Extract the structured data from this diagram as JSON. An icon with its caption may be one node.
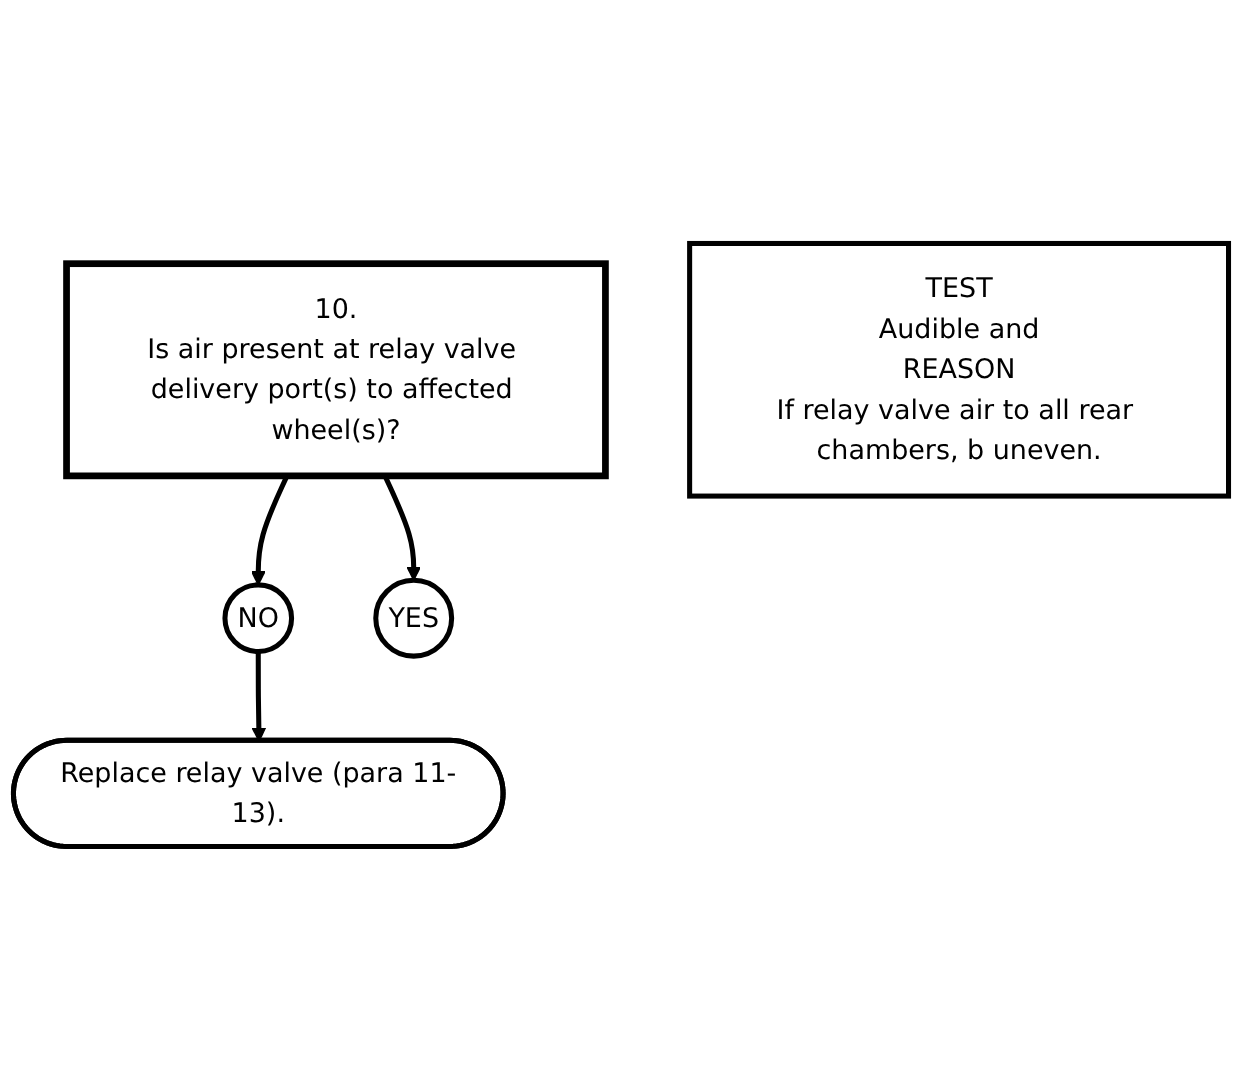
{
  "diagram": {
    "nodes": [
      {
        "text": [
          "10.",
          "Is air present at relay valve delivery port(s) to affected wheel(s)?"
        ]
      },
      {
        "text": [
          "NO"
        ]
      },
      {
        "text": [
          "YES"
        ]
      },
      {
        "text": [
          "Replace relay valve (para 11-13)."
        ]
      },
      {
        "text": [
          "TEST",
          "Audible and",
          "REASON",
          "If relay valve air to all rear chambers, b uneven."
        ]
      }
    ],
    "edges": [
      {
        "from": 0,
        "to": 1,
        "arrow": "to"
      },
      {
        "from": 0,
        "to": 2,
        "arrow": "to"
      },
      {
        "from": 1,
        "to": 3,
        "arrow": "to"
      }
    ]
  }
}
